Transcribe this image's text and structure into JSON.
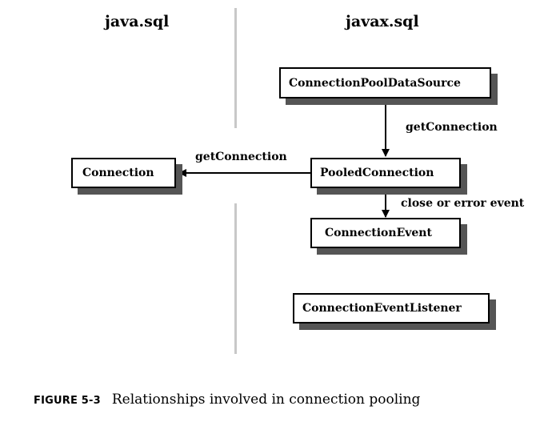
{
  "diagram": {
    "packages": {
      "left": "java.sql",
      "right": "javax.sql"
    },
    "nodes": {
      "connection_pool_data_source": "ConnectionPoolDataSource",
      "pooled_connection": "PooledConnection",
      "connection": "Connection",
      "connection_event": "ConnectionEvent",
      "connection_event_listener": "ConnectionEventListener"
    },
    "edges": {
      "pool_to_pooled": "getConnection",
      "pooled_to_connection": "getConnection",
      "pooled_to_event": "close or error event"
    }
  },
  "caption": {
    "number": "FIGURE 5-3",
    "text": "Relationships involved in connection pooling"
  }
}
